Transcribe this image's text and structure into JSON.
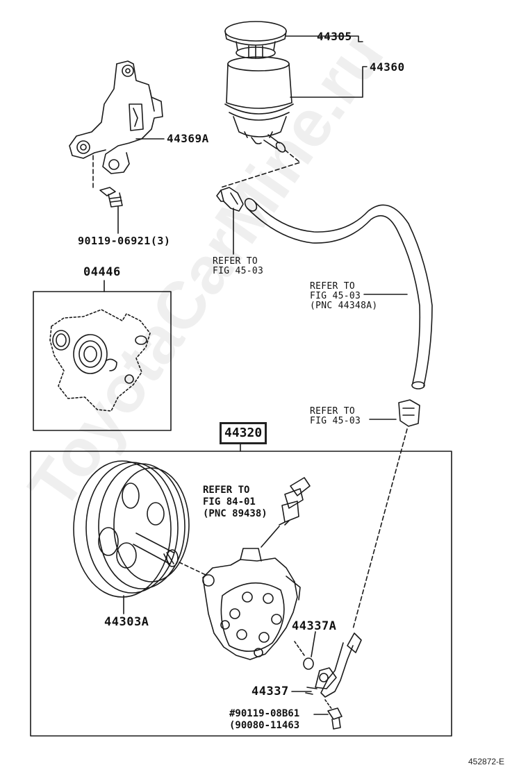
{
  "parts": {
    "cap": "44305",
    "reservoir": "44360",
    "bracket": "44369A",
    "bolt_upper": "90119-06921(3)",
    "gasket_kit": "04446",
    "pump_assy": "44320",
    "pulley": "44303A",
    "oring": "44337A",
    "union": "44337",
    "bolt_lower_line1": "#90119-08B61",
    "bolt_lower_line2": "(90080-11463"
  },
  "refs": {
    "clamp_upper": [
      "REFER TO",
      "FIG 45-03"
    ],
    "hose": [
      "REFER TO",
      "FIG 45-03",
      "(PNC 44348A)"
    ],
    "clamp_lower": [
      "REFER TO",
      "FIG 45-03"
    ],
    "switch": [
      "REFER TO",
      "FIG 84-01",
      "(PNC 89438)"
    ]
  },
  "figure_code": "452872-E",
  "watermark": "ToyotaCarMine.ru"
}
